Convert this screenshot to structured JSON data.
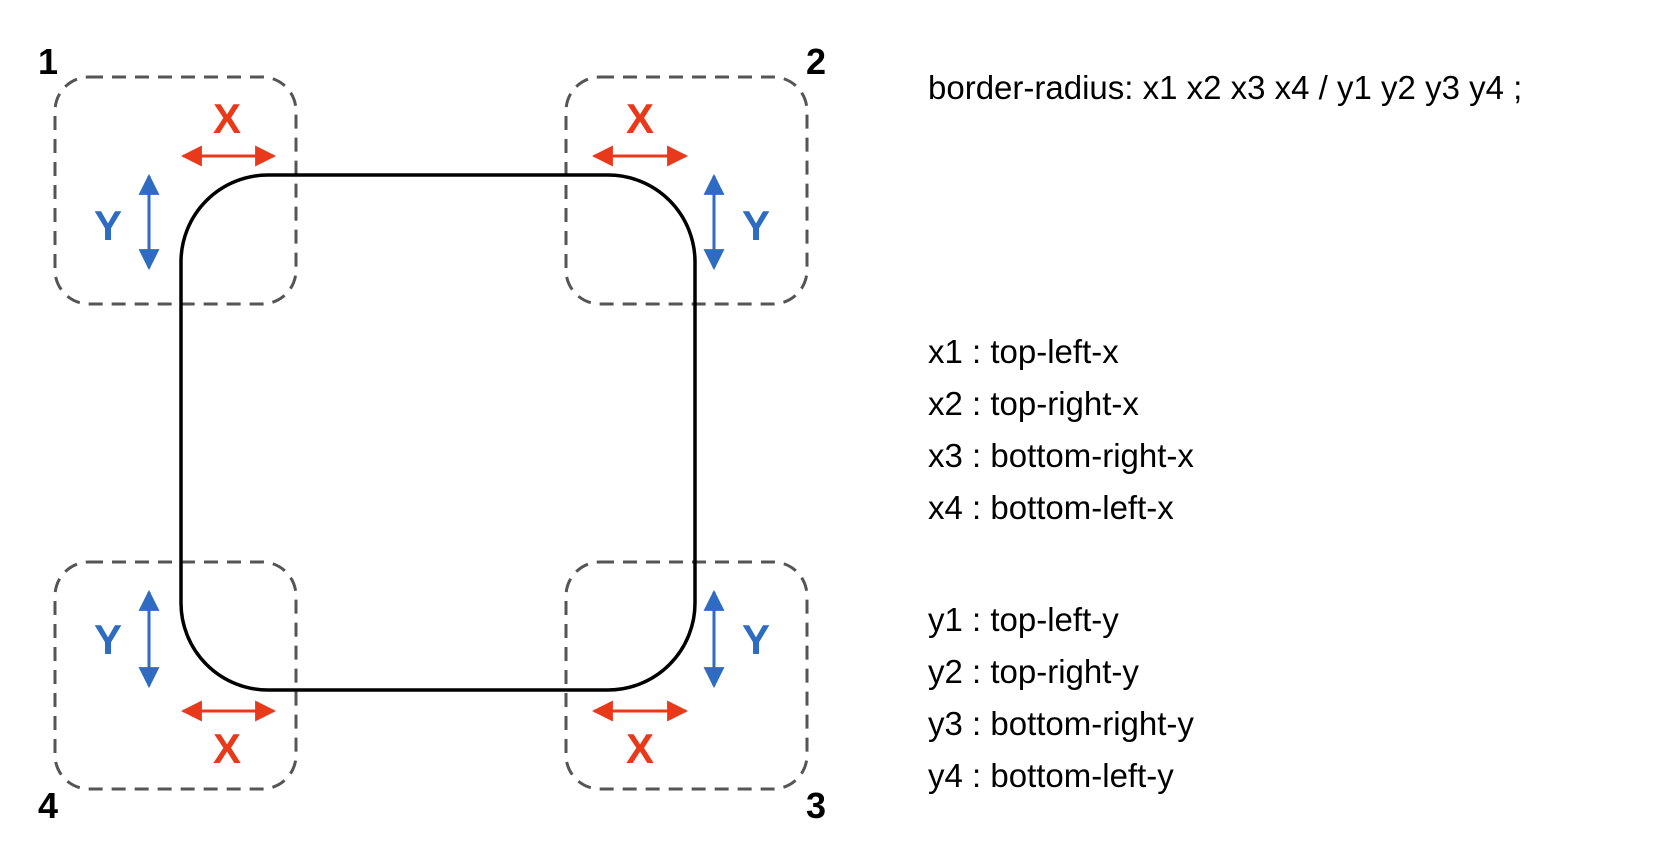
{
  "syntax": "border-radius: x1 x2 x3 x4 / y1 y2 y3 y4 ;",
  "corners": [
    {
      "number": "1",
      "x_label": "X",
      "y_label": "Y"
    },
    {
      "number": "2",
      "x_label": "X",
      "y_label": "Y"
    },
    {
      "number": "3",
      "x_label": "X",
      "y_label": "Y"
    },
    {
      "number": "4",
      "x_label": "X",
      "y_label": "Y"
    }
  ],
  "x_legend": [
    "x1 : top-left-x",
    "x2 : top-right-x",
    "x3 : bottom-right-x",
    "x4 : bottom-left-x"
  ],
  "y_legend": [
    "y1 : top-left-y",
    "y2 : top-right-y",
    "y3 : bottom-right-y",
    "y4 : bottom-left-y"
  ],
  "colors": {
    "x_axis": "#e8391b",
    "y_axis": "#2d6cc0",
    "dashed_box": "#555555",
    "shape_outline": "#000000"
  }
}
